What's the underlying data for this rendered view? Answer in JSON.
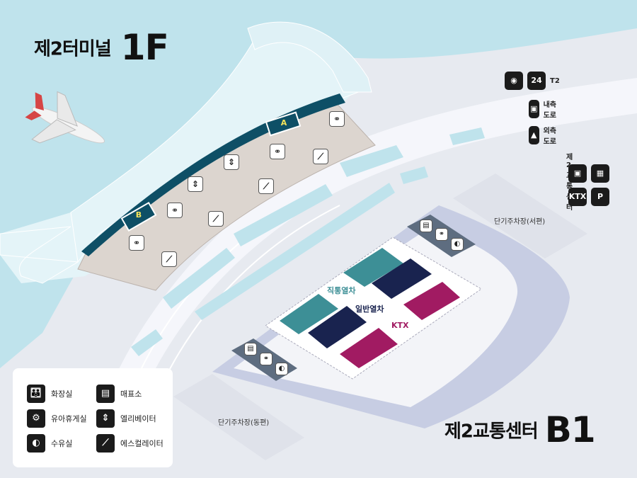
{
  "titles": {
    "floor1": {
      "name": "제2터미널",
      "level": "1F"
    },
    "b1": {
      "name": "제2교통센터",
      "level": "B1"
    }
  },
  "gates": {
    "a": "A",
    "b": "B"
  },
  "trains": {
    "direct": "직통열차",
    "general": "일반열차",
    "ktx": "KTX"
  },
  "parking": {
    "west": "단기주차장(서편)",
    "east": "단기주차장(동편)"
  },
  "right_panel": {
    "t2": "T2",
    "inner_road": "내측도로",
    "outer_road": "외측도로",
    "center_heading": "제2교통센터",
    "ktx_badge": "KTX"
  },
  "legend": [
    {
      "icon": "restroom-icon",
      "glyph": "👪",
      "label": "화장실"
    },
    {
      "icon": "stroller-icon",
      "glyph": "⚙",
      "label": "유아휴게실"
    },
    {
      "icon": "baby-bottle-icon",
      "glyph": "◐",
      "label": "수유실"
    },
    {
      "icon": "ticket-office-icon",
      "glyph": "▤",
      "label": "매표소"
    },
    {
      "icon": "elevator-icon",
      "glyph": "⇕",
      "label": "엘리베이터"
    },
    {
      "icon": "escalator-icon",
      "glyph": "⟋",
      "label": "에스컬레이터"
    }
  ],
  "colors": {
    "sea": "#bfe3ec",
    "ground": "#e7eaf0",
    "terminal_floor": "#dcd5cf",
    "terminal_edge": "#0e4f66",
    "platform": "#c7cde3",
    "direct_train": "#3d8f96",
    "general_train": "#19234f",
    "ktx_train": "#a11b62"
  }
}
